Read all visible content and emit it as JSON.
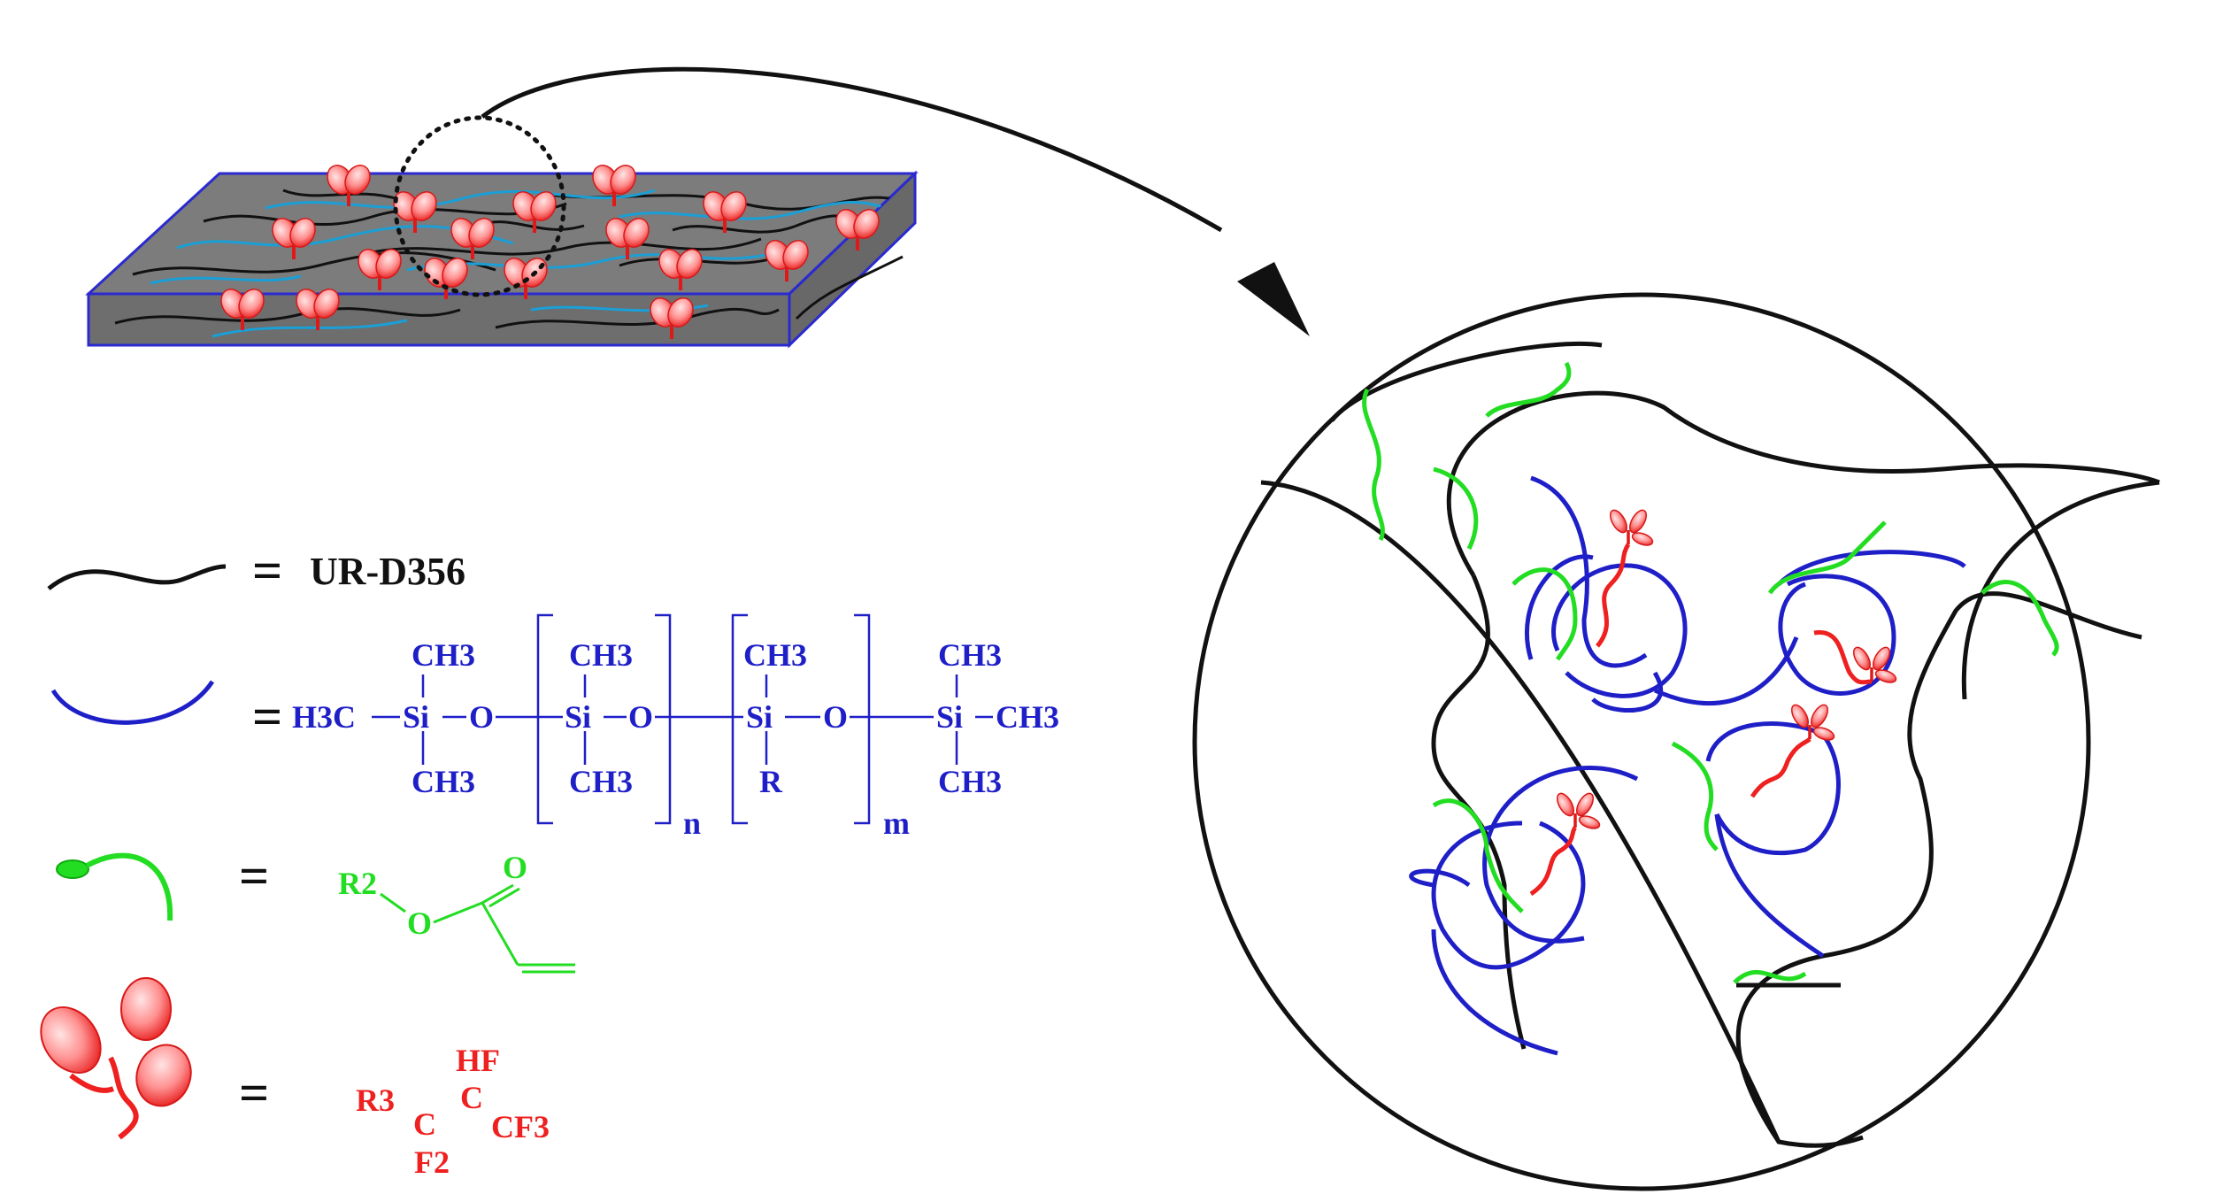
{
  "legend": {
    "matrix_label": "UR-D356",
    "siloxane": {
      "h3c": "H3C",
      "si": "Si",
      "o": "O",
      "ch3": "CH3",
      "r": "R",
      "n": "n",
      "m": "m"
    },
    "acrylate": {
      "r2": "R2",
      "o": "O"
    },
    "fluoro": {
      "hf": "HF",
      "c": "C",
      "r3": "R3",
      "cf3": "CF3",
      "f2": "F2"
    },
    "equals": "="
  },
  "colors": {
    "matrix": "#111111",
    "siloxane": "#1f1fc8",
    "acrylate": "#22dd22",
    "fluoro": "#ee2020",
    "film_fill": "#7a7a7a",
    "film_edge": "#2a2ad0",
    "film_chain_blue": "#1a9fd6"
  },
  "icons": [
    "heart-petal-icon",
    "curved-arrow-icon",
    "zoom-circle-icon"
  ]
}
